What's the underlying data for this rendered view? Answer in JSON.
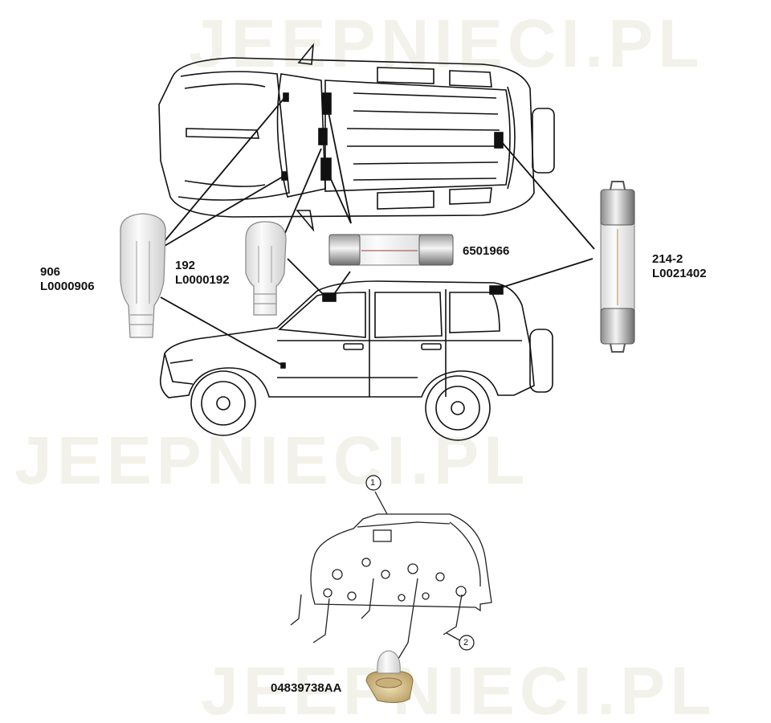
{
  "watermark": "JEEPNIECI.PL",
  "bulbs": [
    {
      "id": "wedge-906",
      "line1": "906",
      "line2": "L0000906"
    },
    {
      "id": "wedge-192",
      "line1": "192",
      "line2": "L0000192"
    },
    {
      "id": "festoon-6501966",
      "line1": "6501966"
    },
    {
      "id": "festoon-214-2",
      "line1": "214-2",
      "line2": "L0021402"
    },
    {
      "id": "cluster-bulb",
      "line1": "04839738AA"
    }
  ],
  "callouts": [
    "1",
    "2"
  ],
  "colors": {
    "line": "#111111",
    "watermark": "#f2f2ea",
    "bulb_glass": "#e9e9e9",
    "socket_tan": "#d8c49a"
  }
}
